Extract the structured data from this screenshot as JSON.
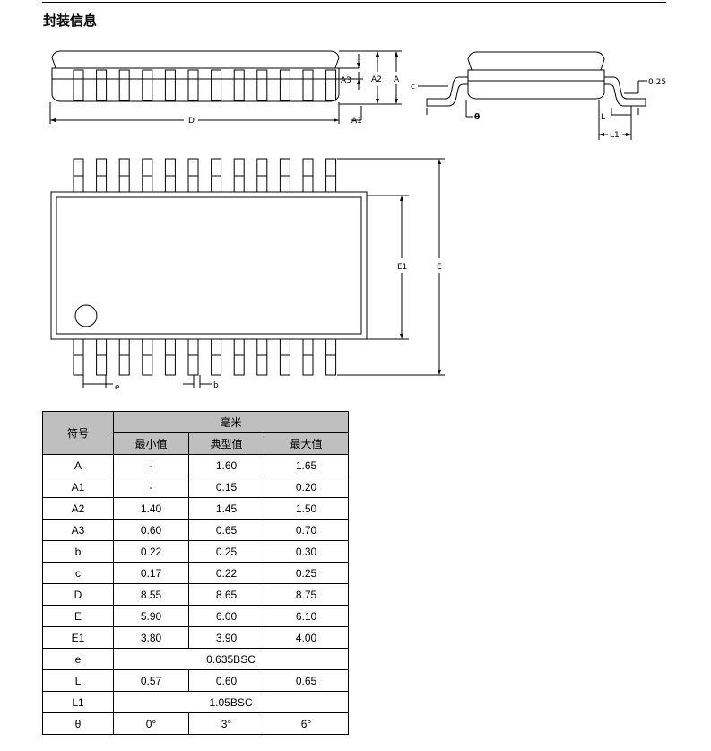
{
  "section_title": "封装信息",
  "drawing_labels": {
    "D": "D",
    "A3": "A3",
    "A2": "A2",
    "A": "A",
    "A1": "A1",
    "c": "c",
    "theta": "θ",
    "gauge": "0.25",
    "L": "L",
    "L1": "L1",
    "E1": "E1",
    "E": "E",
    "e": "e",
    "b": "b"
  },
  "table": {
    "symbol_header": "符号",
    "unit_header": "毫米",
    "col_headers": [
      "最小值",
      "典型值",
      "最大值"
    ],
    "rows": [
      {
        "sym": "A",
        "min": "-",
        "typ": "1.60",
        "max": "1.65"
      },
      {
        "sym": "A1",
        "min": "-",
        "typ": "0.15",
        "max": "0.20"
      },
      {
        "sym": "A2",
        "min": "1.40",
        "typ": "1.45",
        "max": "1.50"
      },
      {
        "sym": "A3",
        "min": "0.60",
        "typ": "0.65",
        "max": "0.70"
      },
      {
        "sym": "b",
        "min": "0.22",
        "typ": "0.25",
        "max": "0.30"
      },
      {
        "sym": "c",
        "min": "0.17",
        "typ": "0.22",
        "max": "0.25"
      },
      {
        "sym": "D",
        "min": "8.55",
        "typ": "8.65",
        "max": "8.75"
      },
      {
        "sym": "E",
        "min": "5.90",
        "typ": "6.00",
        "max": "6.10"
      },
      {
        "sym": "E1",
        "min": "3.80",
        "typ": "3.90",
        "max": "4.00"
      },
      {
        "sym": "e",
        "span": "0.635BSC"
      },
      {
        "sym": "L",
        "min": "0.57",
        "typ": "0.60",
        "max": "0.65"
      },
      {
        "sym": "L1",
        "span": "1.05BSC"
      },
      {
        "sym": "θ",
        "min": "0°",
        "typ": "3°",
        "max": "6°"
      }
    ]
  }
}
